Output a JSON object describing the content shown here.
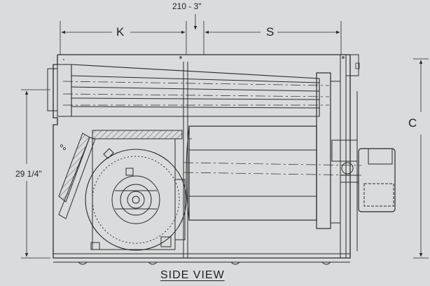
{
  "drawing": {
    "top_dimension": "210 - 3\"",
    "dim_k": "K",
    "dim_s": "S",
    "dim_c": "C",
    "dim_height": "29 1/4\"",
    "view_title": "SIDE VIEW"
  },
  "colors": {
    "background": "#d9dcdc",
    "line": "#2a2a2a",
    "hatch": "#6a6a6a"
  }
}
